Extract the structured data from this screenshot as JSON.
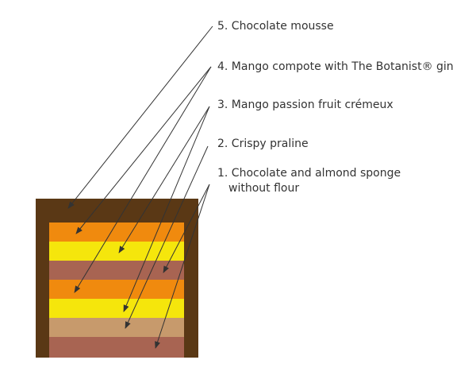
{
  "labels": {
    "l5": "5. Chocolate mousse",
    "l4": "4. Mango compote with The Botanist® gin",
    "l3": "3. Mango passion fruit crémeux",
    "l2": "2. Crispy praline",
    "l1_line1": "1. Chocolate and almond sponge",
    "l1_line2": "without flour"
  },
  "layers": [
    {
      "key": "mango-compote",
      "color": "#f08a0e"
    },
    {
      "key": "mango-passion-cremeux",
      "color": "#f5e60c"
    },
    {
      "key": "chocolate-sponge",
      "color": "#a86452"
    },
    {
      "key": "mango-compote",
      "color": "#f08a0e"
    },
    {
      "key": "mango-passion-cremeux",
      "color": "#f5e60c"
    },
    {
      "key": "crispy-praline",
      "color": "#c79a6c"
    },
    {
      "key": "chocolate-sponge",
      "color": "#a86452"
    }
  ],
  "colors": {
    "mousse": "#5a3815",
    "line": "#333333"
  }
}
